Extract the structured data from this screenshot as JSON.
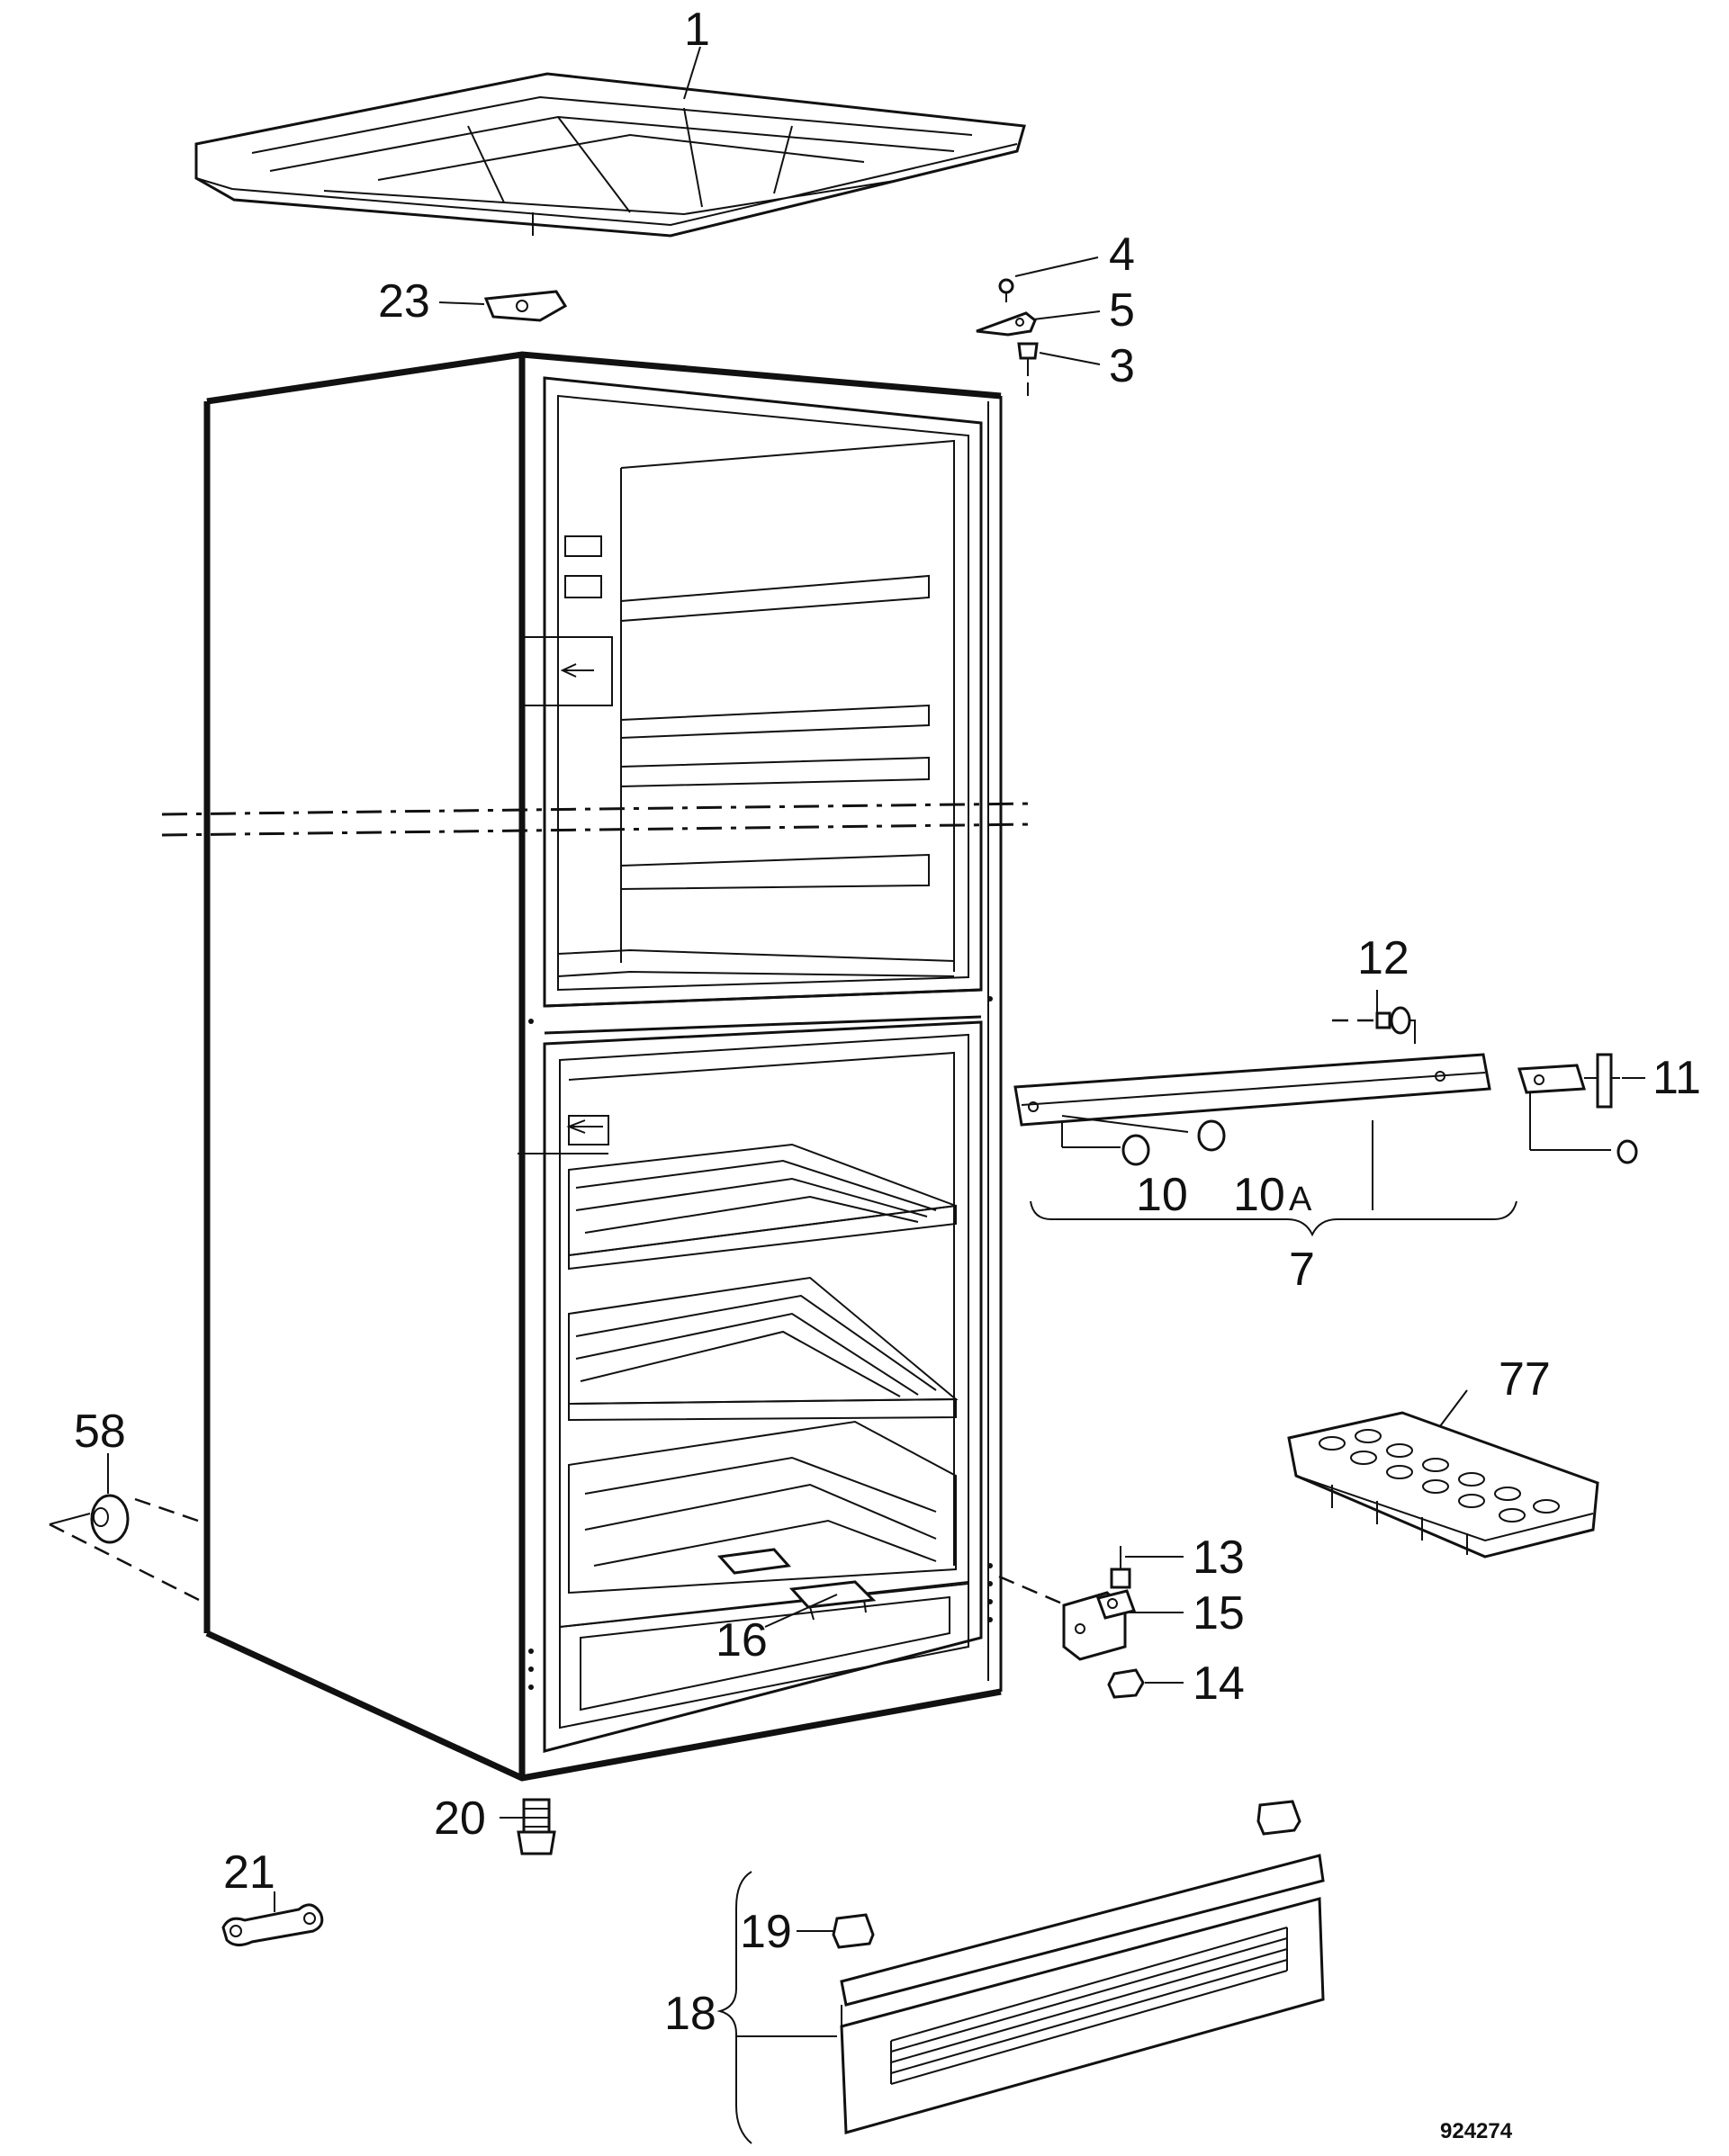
{
  "parts": {
    "top_cover": "1",
    "cover_clip": "23",
    "screw_top": "4",
    "top_hinge": "5",
    "hinge_pin_top": "3",
    "hinge_bar": "7",
    "screw_a": "10",
    "screw_b": "10",
    "screw_b_suffix": "A",
    "bracket": "11",
    "washer": "12",
    "ice_tray": "77",
    "side_plug": "58",
    "hinge_pin_bottom": "13",
    "bottom_hinge": "15",
    "nut": "14",
    "shelf_clip": "16",
    "adjustable_foot": "20",
    "wrench": "21",
    "plinth_assembly": "18",
    "plinth_clip": "19"
  },
  "reference_number": "924274"
}
